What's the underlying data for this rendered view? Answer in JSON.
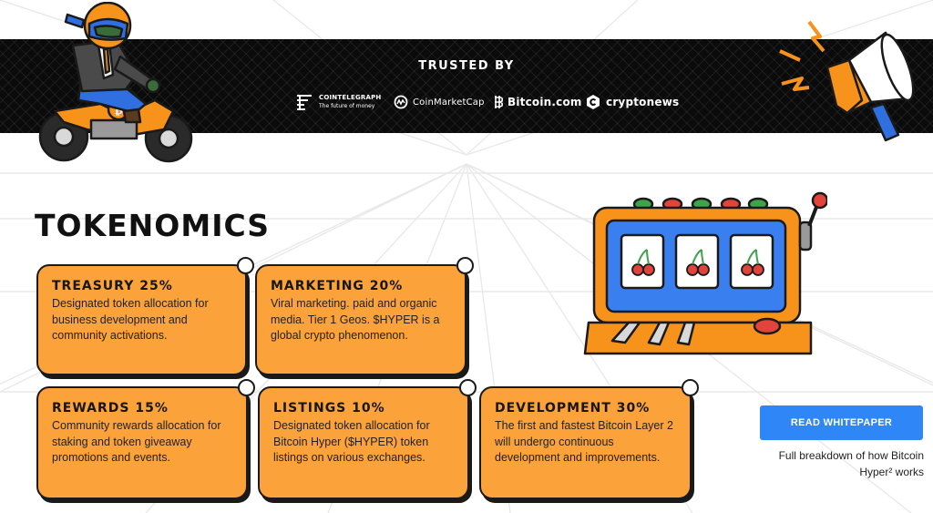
{
  "trusted": {
    "title": "TRUSTED BY",
    "logos": [
      {
        "name": "COINTELEGRAPH",
        "tagline": "The future of money",
        "icon": "cointelegraph-icon"
      },
      {
        "name": "CoinMarketCap",
        "icon": "coinmarketcap-icon"
      },
      {
        "name": "Bitcoin.com",
        "icon": "bitcoin-com-icon"
      },
      {
        "name": "cryptonews",
        "icon": "cryptonews-icon"
      }
    ]
  },
  "tokenomics": {
    "heading": "TOKENOMICS",
    "cards": [
      {
        "title": "TREASURY 25%",
        "desc": "Designated token allocation for business development and community activations."
      },
      {
        "title": "MARKETING 20%",
        "desc": "Viral marketing. paid and organic media. Tier 1 Geos. $HYPER is a global crypto phenomenon."
      },
      {
        "title": "REWARDS 15%",
        "desc": "Community rewards allocation for staking and token giveaway promotions and events."
      },
      {
        "title": "LISTINGS 10%",
        "desc": "Designated token allocation for Bitcoin Hyper ($HYPER) token listings on various exchanges."
      },
      {
        "title": "DEVELOPMENT 30%",
        "desc": "The first and fastest Bitcoin Layer 2 will undergo continuous development and improvements."
      }
    ]
  },
  "cta": {
    "label": "READ WHITEPAPER",
    "note": "Full breakdown of how Bitcoin Hyper² works"
  },
  "colors": {
    "card": "#fba23a",
    "accent_blue": "#2f86f6",
    "banner": "#0b0b0b",
    "slot_body": "#f7931a",
    "slot_screen": "#3a7ff0"
  }
}
